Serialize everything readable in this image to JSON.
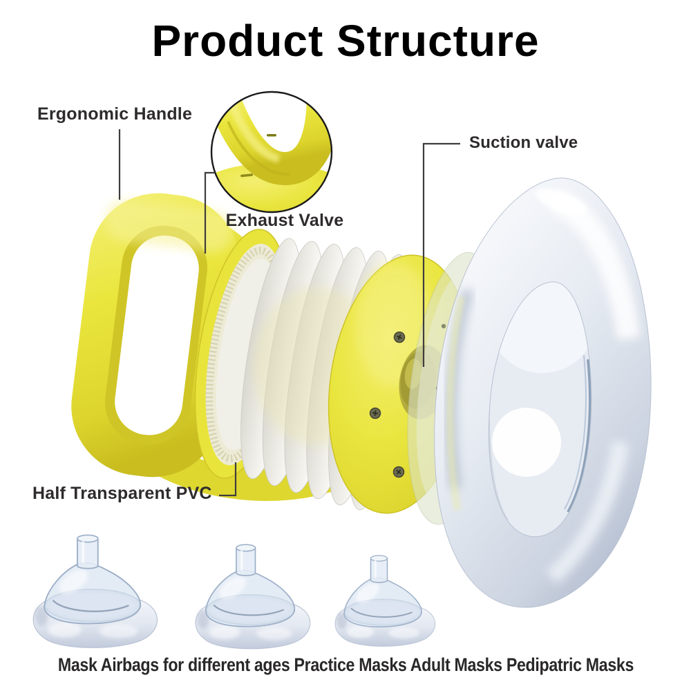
{
  "title": "Product Structure",
  "labels": {
    "ergonomic_handle": "Ergonomic Handle",
    "exhaust_valve": "Exhaust Valve",
    "suction_valve": "Suction valve",
    "half_transparent_pvc": "Half Transparent PVC"
  },
  "caption": "Mask Airbags for different ages Practice Masks Adult Masks Pedipatric Masks",
  "illustration": {
    "type": "product-structure-diagram",
    "product": "collapsible manual resuscitator bag with face mask",
    "parts_pictured": [
      "yellow ergonomic loop handle",
      "magnified circular inset of exhaust valve",
      "half transparent PVC accordion bellows",
      "yellow end cap with screws and suction valve port",
      "large face mask with silver inflatable cushion",
      "three mask airbags of decreasing size"
    ]
  },
  "colors": {
    "background": "#ffffff",
    "product_yellow": "#e9e53d",
    "pvc_white": "#f2f1ec",
    "mask_silver": "#dde3ee",
    "leader_line": "#3f3c3d",
    "label_text": "#2e2b2c",
    "title_text": "#000000"
  }
}
